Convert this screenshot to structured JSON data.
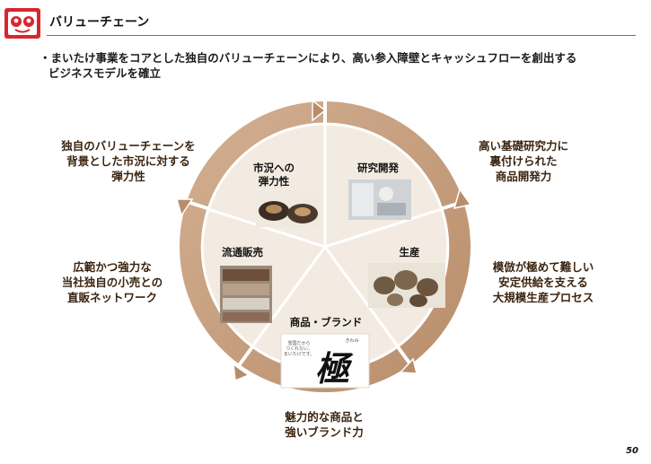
{
  "header": {
    "title": "バリューチェーン"
  },
  "summary": {
    "line1": "・まいたけ事業をコアとした独自のバリューチェーンにより、高い参入障壁とキャッシュフローを創出する",
    "line2": "ビジネスモデルを確立"
  },
  "cycle": {
    "segments": [
      {
        "label": "研究開発"
      },
      {
        "label": "生産"
      },
      {
        "label": "商品・ブランド"
      },
      {
        "label": "流通販売"
      },
      {
        "label": "市況への\n弾力性"
      }
    ],
    "product_box_text": "雪国だから\nつくれない、\nまいたけです。",
    "product_box_kanji": "極",
    "product_box_ruby": "きわみ"
  },
  "side_notes": {
    "top_right": "高い基礎研究力に\n裏付けられた\n商品開発力",
    "middle_right": "模倣が極めて難しい\n安定供給を支える\n大規模生産プロセス",
    "bottom": "魅力的な商品と\n強いブランド力",
    "middle_left": "広範かつ強力な\n当社独自の小売との\n直販ネットワーク",
    "top_left": "独自のバリューチェーンを\n背景とした市況に対する\n弾力性"
  },
  "page_number": "50",
  "colors": {
    "ring": "#c9a180",
    "segment_fill": "#f3ebe1",
    "accent_brown": "#8b6a4e",
    "text_brown": "#3b2410"
  }
}
